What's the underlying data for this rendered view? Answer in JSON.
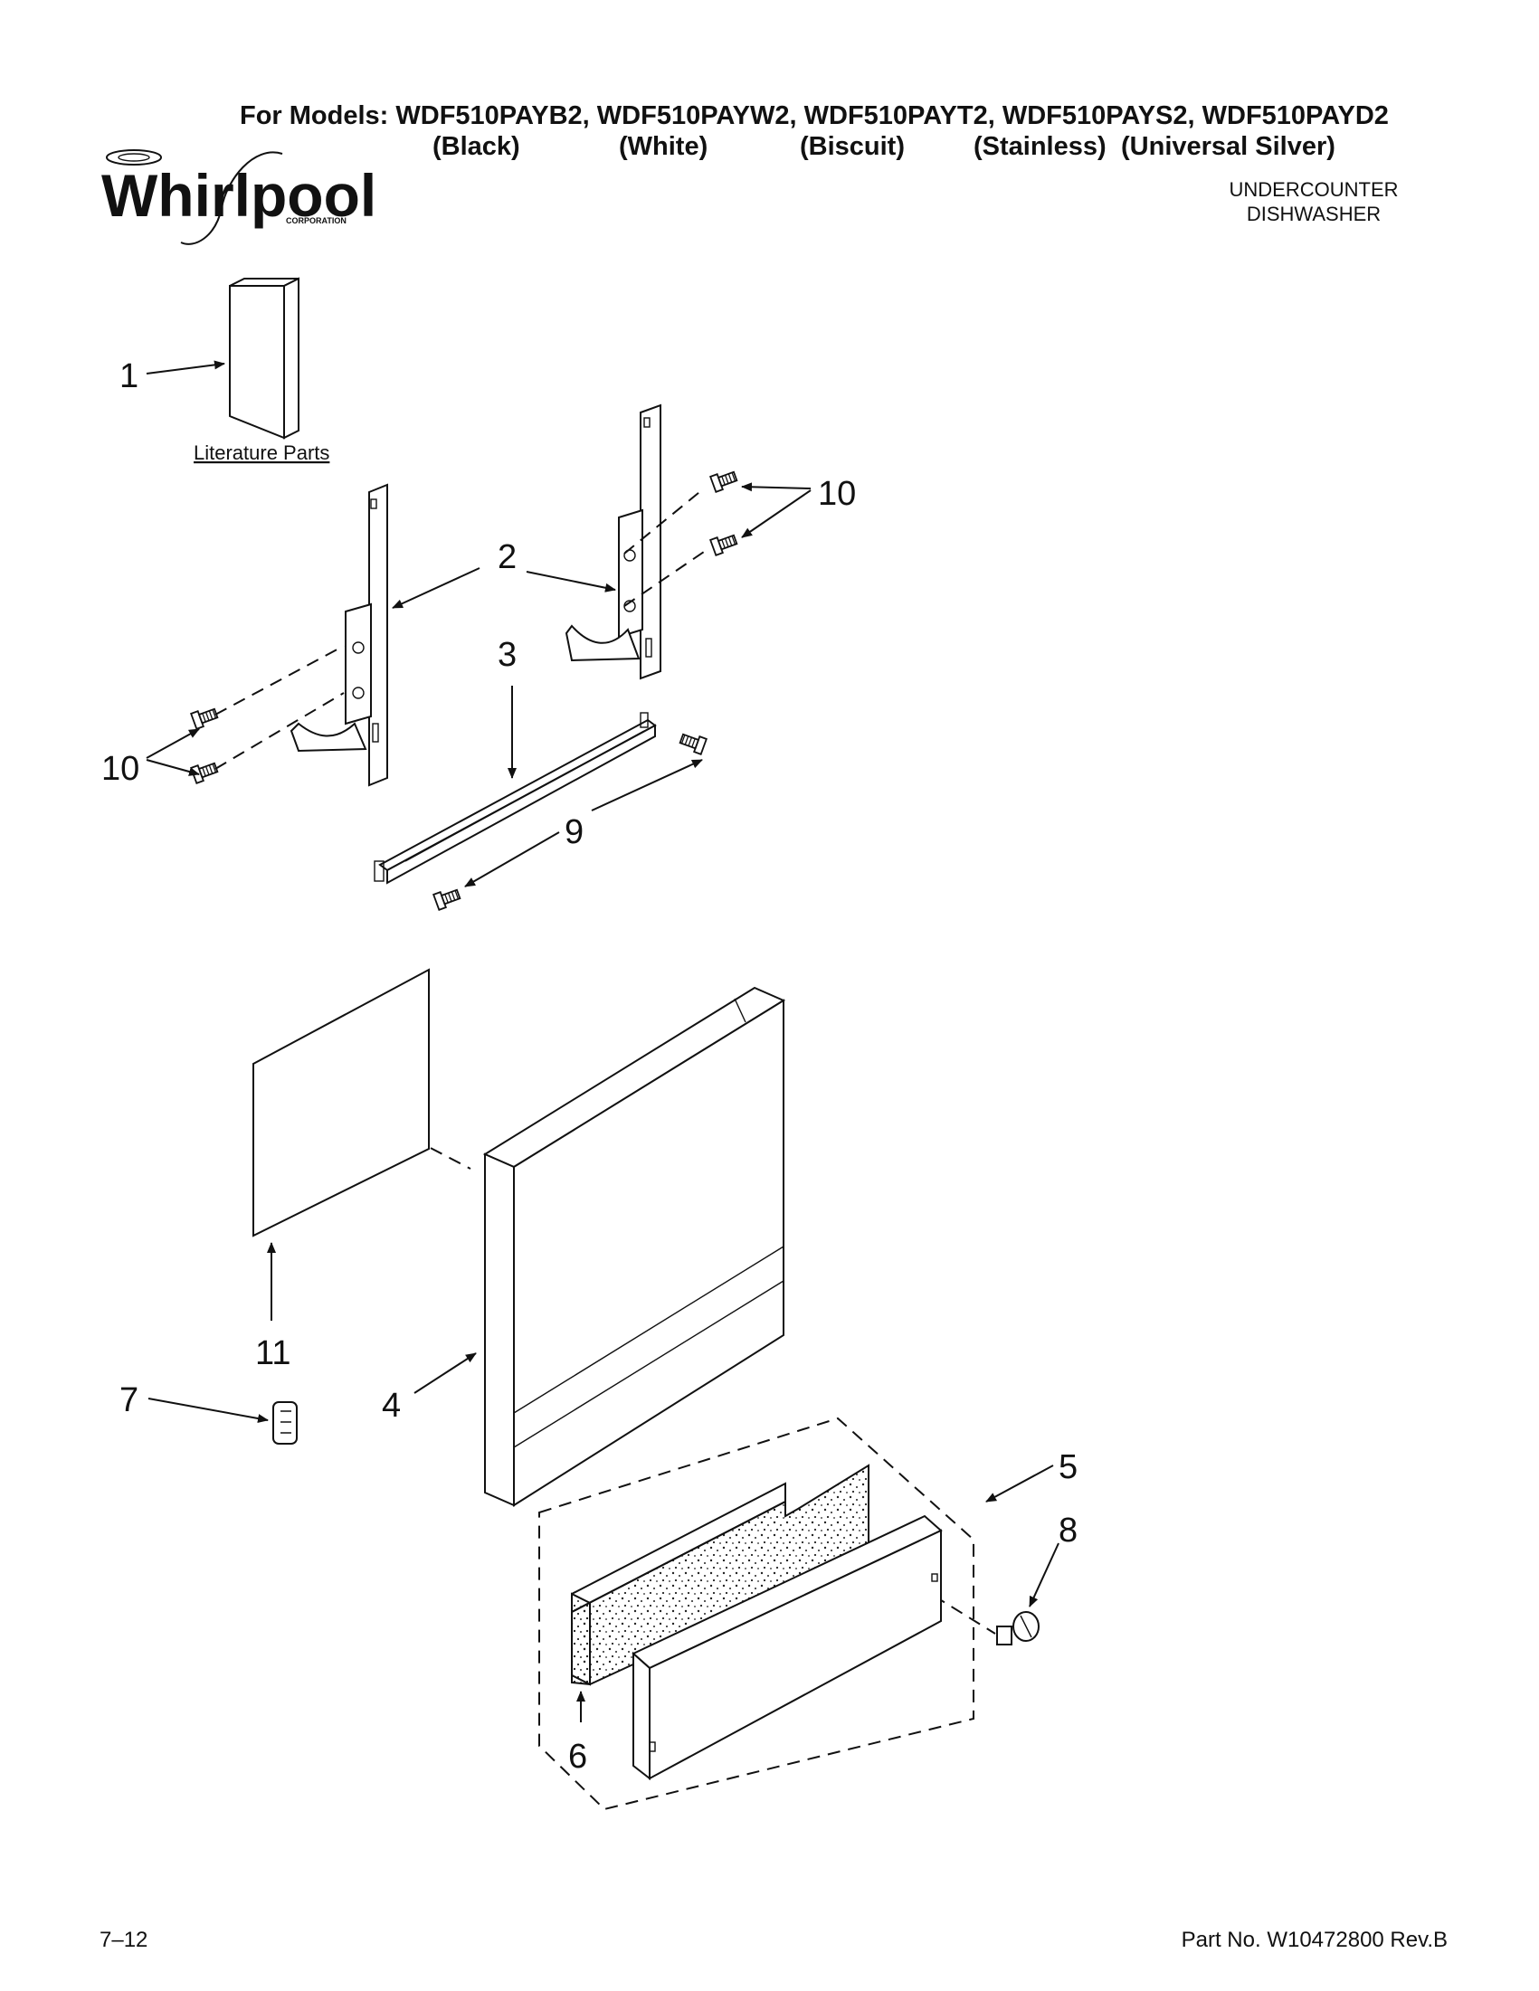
{
  "header": {
    "models_line": "For Models: WDF510PAYB2, WDF510PAYW2, WDF510PAYT2, WDF510PAYS2, WDF510PAYD2",
    "colors": [
      "(Black)",
      "(White)",
      "(Biscuit)",
      "(Stainless)",
      "(Universal Silver)"
    ],
    "product_line1": "UNDERCOUNTER",
    "product_line2": "DISHWASHER"
  },
  "logo": {
    "brand": "Whirlpool",
    "tagline": "CORPORATION"
  },
  "diagram": {
    "literature_label": "Literature Parts",
    "callouts": {
      "c1": "1",
      "c2": "2",
      "c3": "3",
      "c4": "4",
      "c5": "5",
      "c6": "6",
      "c7": "7",
      "c8": "8",
      "c9": "9",
      "c10a": "10",
      "c10b": "10",
      "c11": "11"
    }
  },
  "footer": {
    "left": "7–12",
    "right": "Part No. W10472800 Rev.B"
  }
}
